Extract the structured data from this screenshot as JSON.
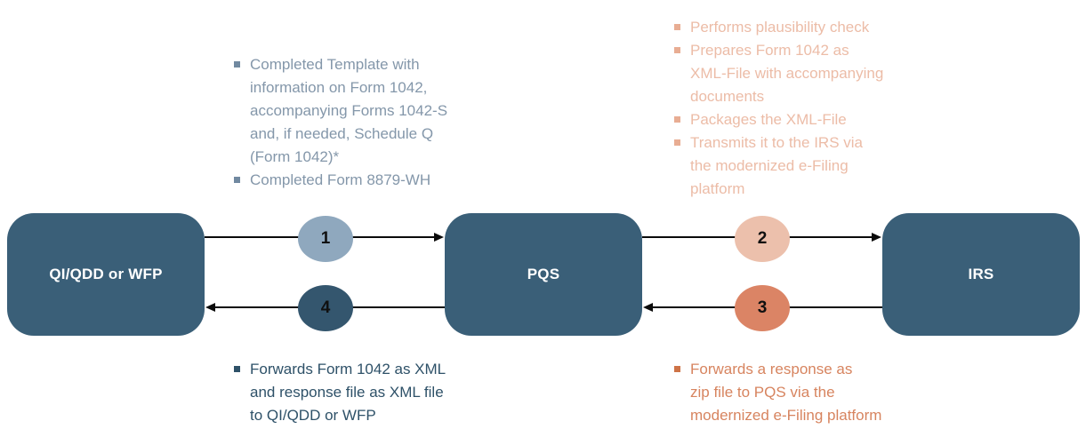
{
  "nodes": [
    {
      "id": "qi",
      "label": "QI/QDD or WFP"
    },
    {
      "id": "pqs",
      "label": "PQS"
    },
    {
      "id": "irs",
      "label": "IRS"
    }
  ],
  "steps": [
    {
      "number": "1",
      "color": "#8FA8BE",
      "direction": "qi-to-pqs"
    },
    {
      "number": "2",
      "color": "#ECC0AC",
      "direction": "pqs-to-irs"
    },
    {
      "number": "3",
      "color": "#DB8465",
      "direction": "irs-to-pqs"
    },
    {
      "number": "4",
      "color": "#34566E",
      "direction": "pqs-to-qi"
    }
  ],
  "notes": {
    "top_left": {
      "color": "#8497AA",
      "items": [
        {
          "text": "Completed Template with\ninformation on Form 1042,\naccompanying Forms 1042-S\nand, if needed, Schedule Q\n(Form 1042)*"
        },
        {
          "text": "Completed Form 8879-WH"
        }
      ]
    },
    "top_right": {
      "color": "#ECBCA7",
      "items": [
        {
          "text": "Performs plausibility check"
        },
        {
          "text": "Prepares Form 1042 as\nXML-File with accompanying\ndocuments"
        },
        {
          "text": "Packages the XML-File"
        },
        {
          "text": "Transmits it to the IRS via\nthe modernized e-Filing\nplatform"
        }
      ]
    },
    "bottom_left": {
      "color": "#2E5168",
      "items": [
        {
          "text": "Forwards Form 1042 as XML\nand response file as XML file\nto QI/QDD or WFP"
        }
      ]
    },
    "bottom_right": {
      "color": "#D7845F",
      "items": [
        {
          "text": "Forwards a response as\nzip file to PQS via the\nmodernized e-Filing platform"
        }
      ]
    }
  },
  "colors": {
    "node_background": "#3A5F78",
    "node_text": "#FFFFFF",
    "arrow": "#0B0B0B"
  }
}
